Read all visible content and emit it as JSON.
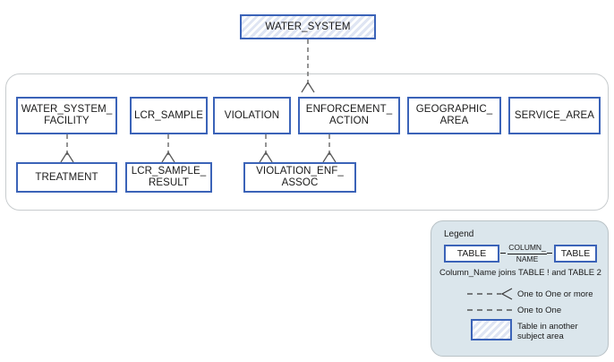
{
  "diagram": {
    "title": "WATER_SYSTEM",
    "root_entity": {
      "name": "WATER_SYSTEM",
      "label": "WATER_SYSTEM",
      "style": "hatched"
    },
    "parent_entities": [
      {
        "name": "water-system-facility",
        "label": "WATER_SYSTEM_\nFACILITY"
      },
      {
        "name": "lcr-sample",
        "label": "LCR_SAMPLE"
      },
      {
        "name": "violation",
        "label": "VIOLATION"
      },
      {
        "name": "enforcement-action",
        "label": "ENFORCEMENT_\nACTION"
      },
      {
        "name": "geographic-area",
        "label": "GEOGRAPHIC_\nAREA"
      },
      {
        "name": "service-area",
        "label": "SERVICE_AREA"
      }
    ],
    "child_entities": [
      {
        "name": "treatment",
        "label": "TREATMENT"
      },
      {
        "name": "lcr-sample-result",
        "label": "LCR_SAMPLE_\nRESULT"
      },
      {
        "name": "violation-enf-assoc",
        "label": "VIOLATION_ENF_\nASSOC"
      }
    ]
  },
  "legend": {
    "title": "Legend",
    "table_left_label": "TABLE",
    "table_right_label": "TABLE",
    "column_join_top": "COLUMN_",
    "column_join_bottom": "NAME",
    "caption": "Column_Name joins TABLE ! and TABLE 2",
    "one_to_many_label": "One to One or more",
    "one_to_one_label": "One to One",
    "other_subject_area_label": "Table in another\nsubject area"
  },
  "colors": {
    "entity_border": "#3b63b8",
    "entity_fill": "#ffffff",
    "hatch_fill": "#dfe5f3",
    "legend_background": "#dbe6ec",
    "legend_border": "#b9c2c6",
    "container_border": "#c8ccce",
    "connector": "#5a5a5a",
    "text": "#1a1a1a"
  }
}
